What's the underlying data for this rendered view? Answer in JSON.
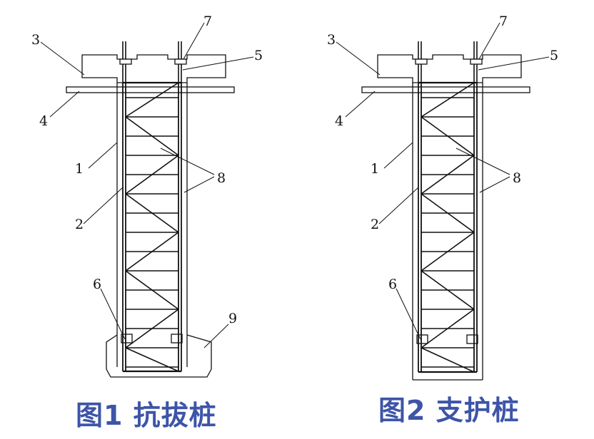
{
  "figures": [
    {
      "id": "fig1",
      "caption": "图1  抗拔桩",
      "callouts": [
        "1",
        "2",
        "3",
        "4",
        "5",
        "6",
        "7",
        "8",
        "9"
      ]
    },
    {
      "id": "fig2",
      "caption": "图2  支护桩",
      "callouts": [
        "1",
        "2",
        "3",
        "4",
        "5",
        "6",
        "7",
        "8"
      ]
    }
  ],
  "colors": {
    "line": "#111111",
    "caption": "#3d54a8",
    "background": "#ffffff"
  }
}
